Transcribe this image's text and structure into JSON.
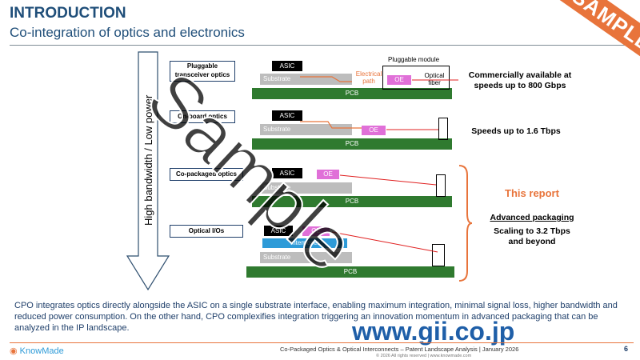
{
  "header": {
    "title": "INTRODUCTION",
    "subtitle": "Co-integration of optics and electronics",
    "stamp": "SAMPLE"
  },
  "axis": {
    "label": "High bandwidth / Low power"
  },
  "rows": [
    {
      "label": "Pluggable transceiver optics",
      "asic": "ASIC",
      "substrate": "Substrate",
      "pcb": "PCB",
      "oe": "OE",
      "electrical_path": "Electrical path",
      "optical_fiber": "Optical fiber",
      "module_label": "Pluggable module",
      "description": "Commercially available at speeds up to 800 Gbps"
    },
    {
      "label": "On-board optics",
      "asic": "ASIC",
      "substrate": "Substrate",
      "pcb": "PCB",
      "oe": "OE",
      "description": "Speeds up to 1.6 Tbps"
    },
    {
      "label": "Co-packaged optics",
      "asic": "ASIC",
      "substrate": "Substrate",
      "pcb": "PCB",
      "oe": "OE"
    },
    {
      "label": "Optical I/Os",
      "asic": "ASIC",
      "oe": "OE",
      "interposer": "Interposer",
      "substrate": "Substrate",
      "pcb": "PCB"
    }
  ],
  "report": {
    "this_report": "This report",
    "advanced": "Advanced packaging",
    "scaling": "Scaling to 3.2 Tbps and beyond"
  },
  "body_text": "CPO integrates optics directly alongside the ASIC on a single substrate interface, enabling maximum integration, minimal signal loss, higher bandwidth and reduced power consumption. On the other hand, CPO complexifies integration triggering an innovation momentum in advanced packaging that can be analyzed in the IP landscape.",
  "footer": {
    "logo": "KnowMade",
    "text": "Co-Packaged Optics & Optical Interconnects – Patent Landscape Analysis | January 2026",
    "sub": "© 2026 All rights reserved | www.knowmade.com",
    "page": "6"
  },
  "watermarks": {
    "sample": "Sample",
    "gii": "www.gii.co.jp"
  },
  "colors": {
    "title": "#1f4e79",
    "accent": "#e8743b",
    "pcb": "#2f7a2f",
    "oe": "#e070d8",
    "interposer": "#2e9bd8",
    "report": "#e8743b"
  }
}
